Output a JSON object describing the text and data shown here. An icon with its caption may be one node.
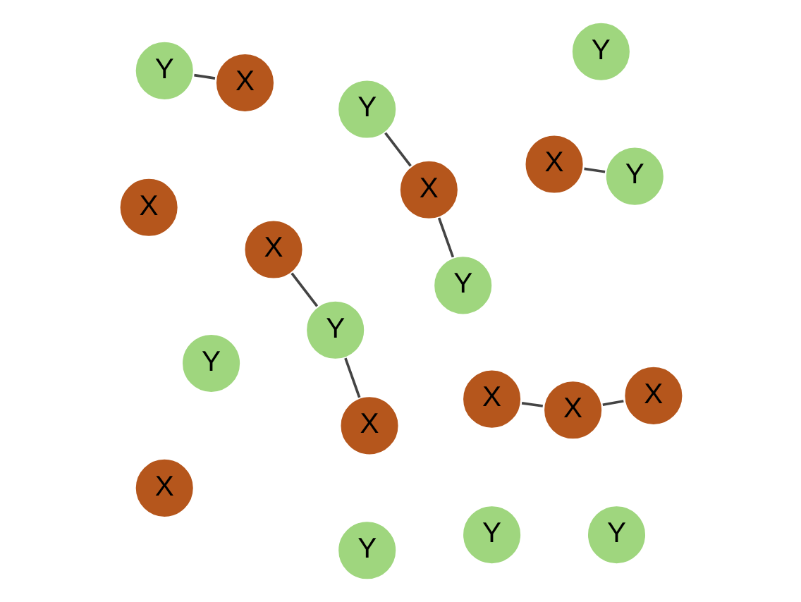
{
  "diagram": {
    "nodes": [
      {
        "text": [
          "X"
        ]
      },
      {
        "text": [
          "Y"
        ]
      },
      {
        "text": [
          "X"
        ]
      },
      {
        "text": [
          "Y"
        ]
      },
      {
        "text": [
          "X"
        ]
      },
      {
        "text": [
          "X"
        ]
      },
      {
        "text": [
          "Y"
        ]
      },
      {
        "text": [
          "X"
        ]
      },
      {
        "text": [
          "Y"
        ]
      },
      {
        "text": [
          "Y"
        ]
      },
      {
        "text": [
          "Y"
        ]
      },
      {
        "text": [
          "Y"
        ]
      },
      {
        "text": [
          "Y"
        ]
      },
      {
        "text": [
          "X"
        ]
      },
      {
        "text": [
          "X"
        ]
      },
      {
        "text": [
          "Y"
        ]
      },
      {
        "text": [
          "Y"
        ]
      },
      {
        "text": [
          "X"
        ]
      },
      {
        "text": [
          "X"
        ]
      },
      {
        "text": [
          "X"
        ]
      }
    ],
    "edges": [
      {
        "from": 0,
        "to": 1,
        "arrow": "none"
      },
      {
        "from": 1,
        "to": 2,
        "arrow": "none"
      },
      {
        "from": 4,
        "to": 6,
        "arrow": "none"
      },
      {
        "from": 13,
        "to": 11,
        "arrow": "none"
      },
      {
        "from": 12,
        "to": 14,
        "arrow": "none"
      },
      {
        "from": 14,
        "to": 15,
        "arrow": "none"
      },
      {
        "from": 18,
        "to": 19,
        "arrow": "none"
      },
      {
        "from": 19,
        "to": 17,
        "arrow": "none"
      }
    ]
  }
}
